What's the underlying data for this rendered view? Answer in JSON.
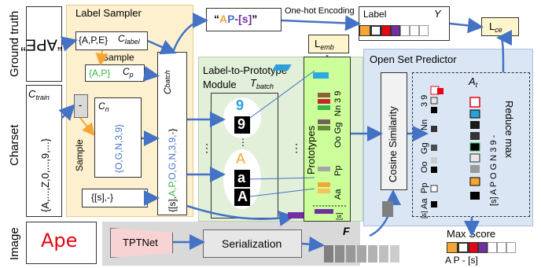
{
  "rows": {
    "gt": "Ground truth",
    "charset": "Charset",
    "image": "Image"
  },
  "gt_value": "“APE”",
  "charset_value": "{A,...,Z,0,...,9,...}",
  "ctrain": {
    "base": "C",
    "sub": "train"
  },
  "label_sampler": {
    "title": "Label Sampler",
    "set_ape": "{A,P,E}",
    "clabel": {
      "base": "C",
      "sub": "label"
    },
    "sample1": "Sample",
    "set_ap": "{A,P}",
    "cp": {
      "base": "C",
      "sub": "p"
    },
    "minus": "-",
    "sample2": "Sample",
    "cn": {
      "base": "C",
      "sub": "n"
    },
    "set_n": "{O,G,N,3,9}",
    "special": "{[s],-}",
    "cbatch": {
      "base": "C",
      "sub": "batch"
    },
    "batch_set": {
      "p1": "{[s],",
      "p2": "A,P,",
      "p3": "O,G,N,3,9,",
      "p4": "-",
      "p5": "}"
    }
  },
  "ap_label": {
    "q1": "“",
    "a": "A",
    "p": "P",
    "rest": "-[s]",
    "q2": "”"
  },
  "onehot": "One-hot Encoding",
  "label_box": {
    "title": "Label",
    "y": "Y"
  },
  "lce": {
    "base": "L",
    "sub": "ce"
  },
  "lemb": {
    "base": "L",
    "sub": "emb"
  },
  "l2p": {
    "title1": "Label-to-Prototype",
    "title2": "Module",
    "tbatch": {
      "base": "T",
      "sub": "batch"
    },
    "digit_plain": "9",
    "digit_inv": "9",
    "letter_plain": "A",
    "letter_inv1": "a",
    "letter_inv2": "A",
    "dots": "⋮"
  },
  "prototypes": {
    "title": "Prototypes",
    "labels": [
      "Nn 3 9",
      "Oo Gg",
      "Pp",
      "Aa",
      "[s]"
    ]
  },
  "osp": {
    "title": "Open Set Predictor",
    "cosine": "Cosine Similarity",
    "at": {
      "base": "A",
      "sub": "t"
    },
    "reduce": "Reduce max",
    "row_labels": "[s] A  P  O  G  N  3  9  -",
    "col_labels": [
      "3 9",
      "Nn",
      "Gg",
      "Oo",
      "Pp",
      "Aa",
      "[s]"
    ]
  },
  "max_score": {
    "title": "Max Score",
    "decoded": "A  P  -  [s]"
  },
  "image_text": "Ape",
  "tptnet": "TPTNet",
  "serialization": "Serialization",
  "feature": "F",
  "colors": {
    "sampler_bg": "#fdf0cf",
    "l2p_bg": "#e2efd9",
    "osp_bg": "#dae6f4",
    "proto_bg": "#ccff99",
    "arrow": "#4472c4",
    "green": "#39b54a",
    "orange": "#f4a633",
    "red": "#e30613",
    "purple": "#7030a0",
    "blue_text": "#4472c4"
  }
}
